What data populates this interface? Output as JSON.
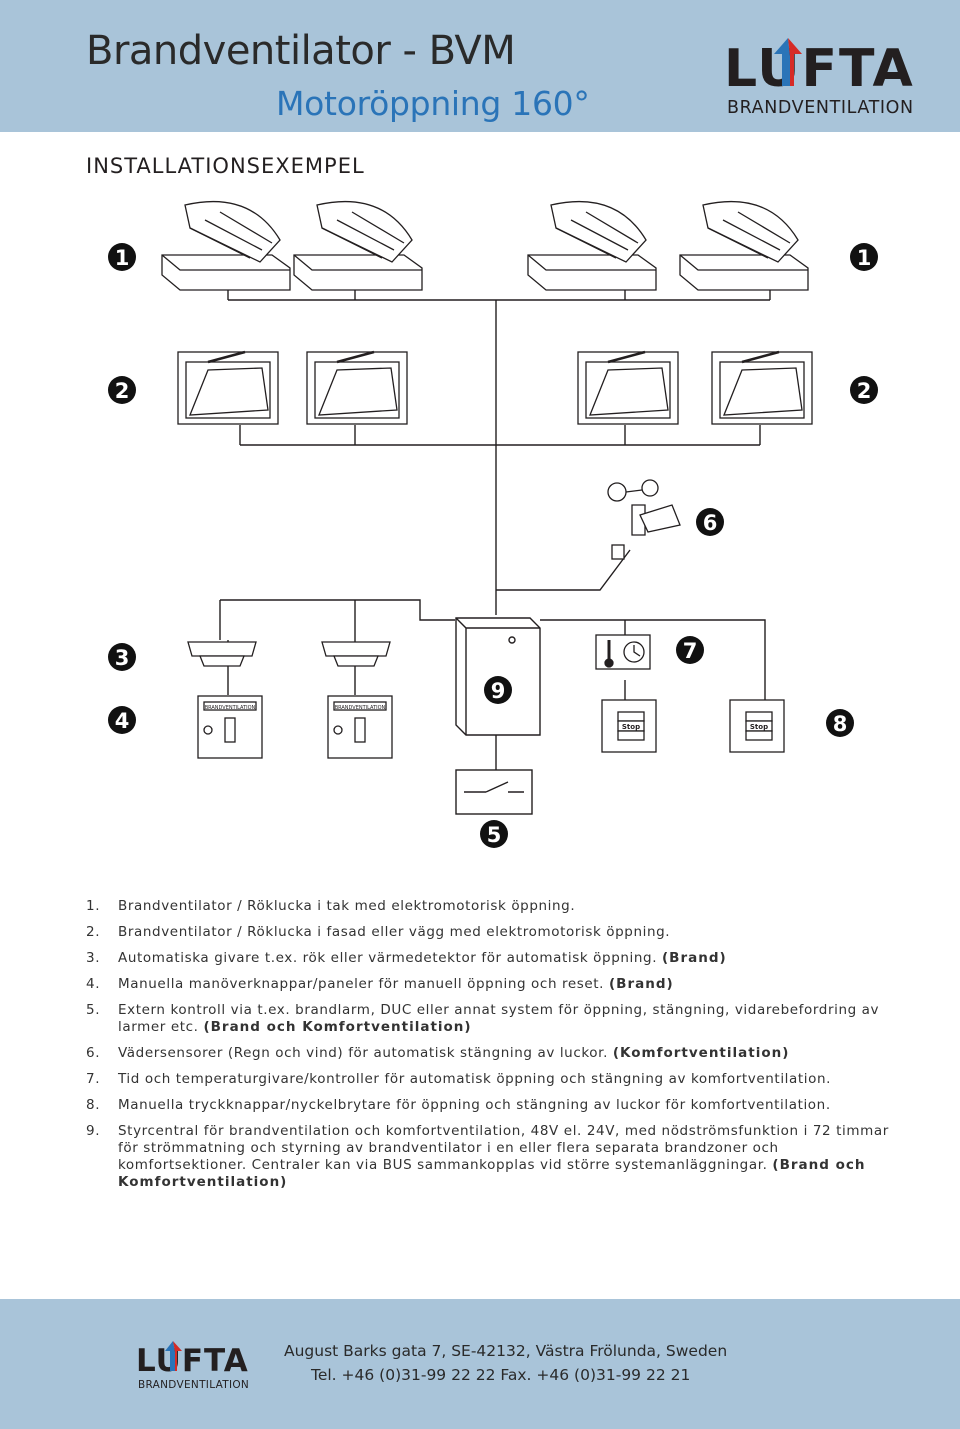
{
  "header": {
    "title": "Brandventilator - BVM",
    "subtitle": "Motoröppning 160°",
    "logo_text": "LUFTA",
    "logo_tagline": "BRANDVENTILATION"
  },
  "section_title": "INSTALLATIONSEXEMPEL",
  "diagram": {
    "callouts": [
      "1",
      "2",
      "3",
      "4",
      "5",
      "6",
      "7",
      "8",
      "9"
    ],
    "panel_label": "BRANDVENTILATION",
    "button_stop": "Stop"
  },
  "legend": [
    {
      "num": "1.",
      "text": "Brandventilator / Röklucka i tak med elektromotorisk öppning.",
      "bold": ""
    },
    {
      "num": "2.",
      "text": "Brandventilator / Röklucka i fasad eller vägg med elektromotorisk öppning.",
      "bold": ""
    },
    {
      "num": "3.",
      "text": "Automatiska givare t.ex. rök eller värmedetektor för automatisk öppning.",
      "bold": "(Brand)"
    },
    {
      "num": "4.",
      "text": "Manuella manöverknappar/paneler för manuell öppning och reset.",
      "bold": "(Brand)"
    },
    {
      "num": "5.",
      "text": "Extern kontroll via t.ex. brandlarm, DUC eller annat system för öppning, stängning, vidarebefordring av larmer etc.",
      "bold": "(Brand och Komfortventilation)"
    },
    {
      "num": "6.",
      "text": "Vädersensorer (Regn och vind) för automatisk stängning av luckor.",
      "bold": "(Komfortventilation)"
    },
    {
      "num": "7.",
      "text": "Tid och temperaturgivare/kontroller för automatisk öppning och stängning av komfortventilation.",
      "bold": ""
    },
    {
      "num": "8.",
      "text": "Manuella tryckknappar/nyckelbrytare för öppning och stängning av luckor för komfortventilation.",
      "bold": ""
    },
    {
      "num": "9.",
      "text": "Styrcentral för brandventilation och komfortventilation, 48V el. 24V, med nödströmsfunktion i 72 timmar för strömmatning och styrning av brandventilator i en eller flera separata brandzoner och komfortsektioner. Centraler kan via BUS sammankopplas vid större systemanläggningar.",
      "bold": "(Brand och Komfortventilation)"
    }
  ],
  "footer": {
    "address": "August Barks gata 7, SE-42132,  Västra Frölunda, Sweden",
    "phone": "Tel. +46 (0)31-99 22 22  Fax. +46 (0)31-99 22 21"
  },
  "colors": {
    "header_bg": "#a9c4d9",
    "accent_blue": "#2a74b8",
    "arrow_red": "#d62b26",
    "text_dark": "#231f20"
  }
}
